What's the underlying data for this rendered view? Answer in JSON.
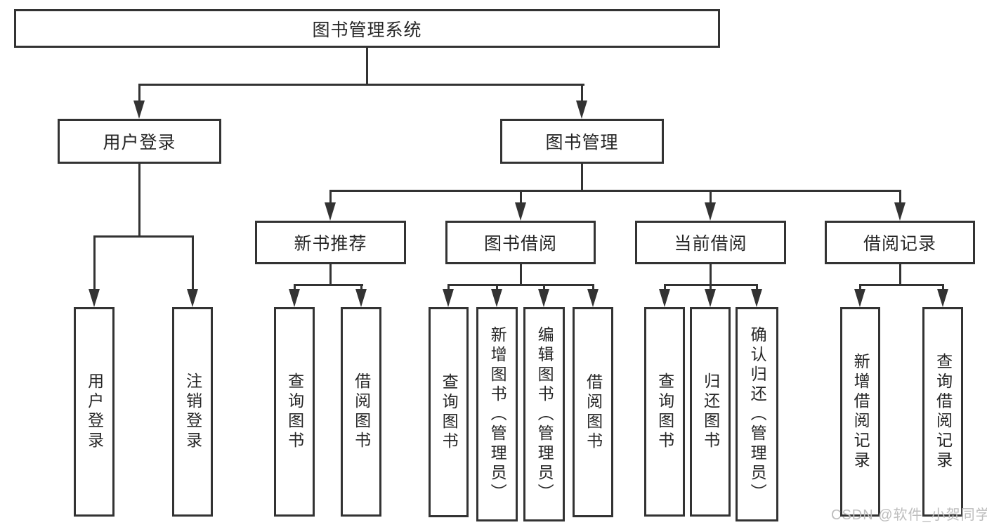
{
  "colors": {
    "line": "#333333",
    "text": "#262626",
    "background": "#ffffff",
    "watermark": "#bdbdbd"
  },
  "watermark": {
    "text": "CSDN @软件_小贺同学"
  },
  "tree": {
    "root": {
      "label": "图书管理系统"
    },
    "branches": [
      {
        "label": "用户登录",
        "children": [
          {
            "label": "用户登录"
          },
          {
            "label": "注销登录"
          }
        ]
      },
      {
        "label": "图书管理",
        "children": [
          {
            "label": "新书推荐",
            "children": [
              {
                "label": "查询图书"
              },
              {
                "label": "借阅图书"
              }
            ]
          },
          {
            "label": "图书借阅",
            "children": [
              {
                "label": "查询图书"
              },
              {
                "label": "新增图书（管理员）"
              },
              {
                "label": "编辑图书（管理员）"
              },
              {
                "label": "借阅图书"
              }
            ]
          },
          {
            "label": "当前借阅",
            "children": [
              {
                "label": "查询图书"
              },
              {
                "label": "归还图书"
              },
              {
                "label": "确认归还（管理员）"
              }
            ]
          },
          {
            "label": "借阅记录",
            "children": [
              {
                "label": "新增借阅记录"
              },
              {
                "label": "查询借阅记录"
              }
            ]
          }
        ]
      }
    ]
  }
}
